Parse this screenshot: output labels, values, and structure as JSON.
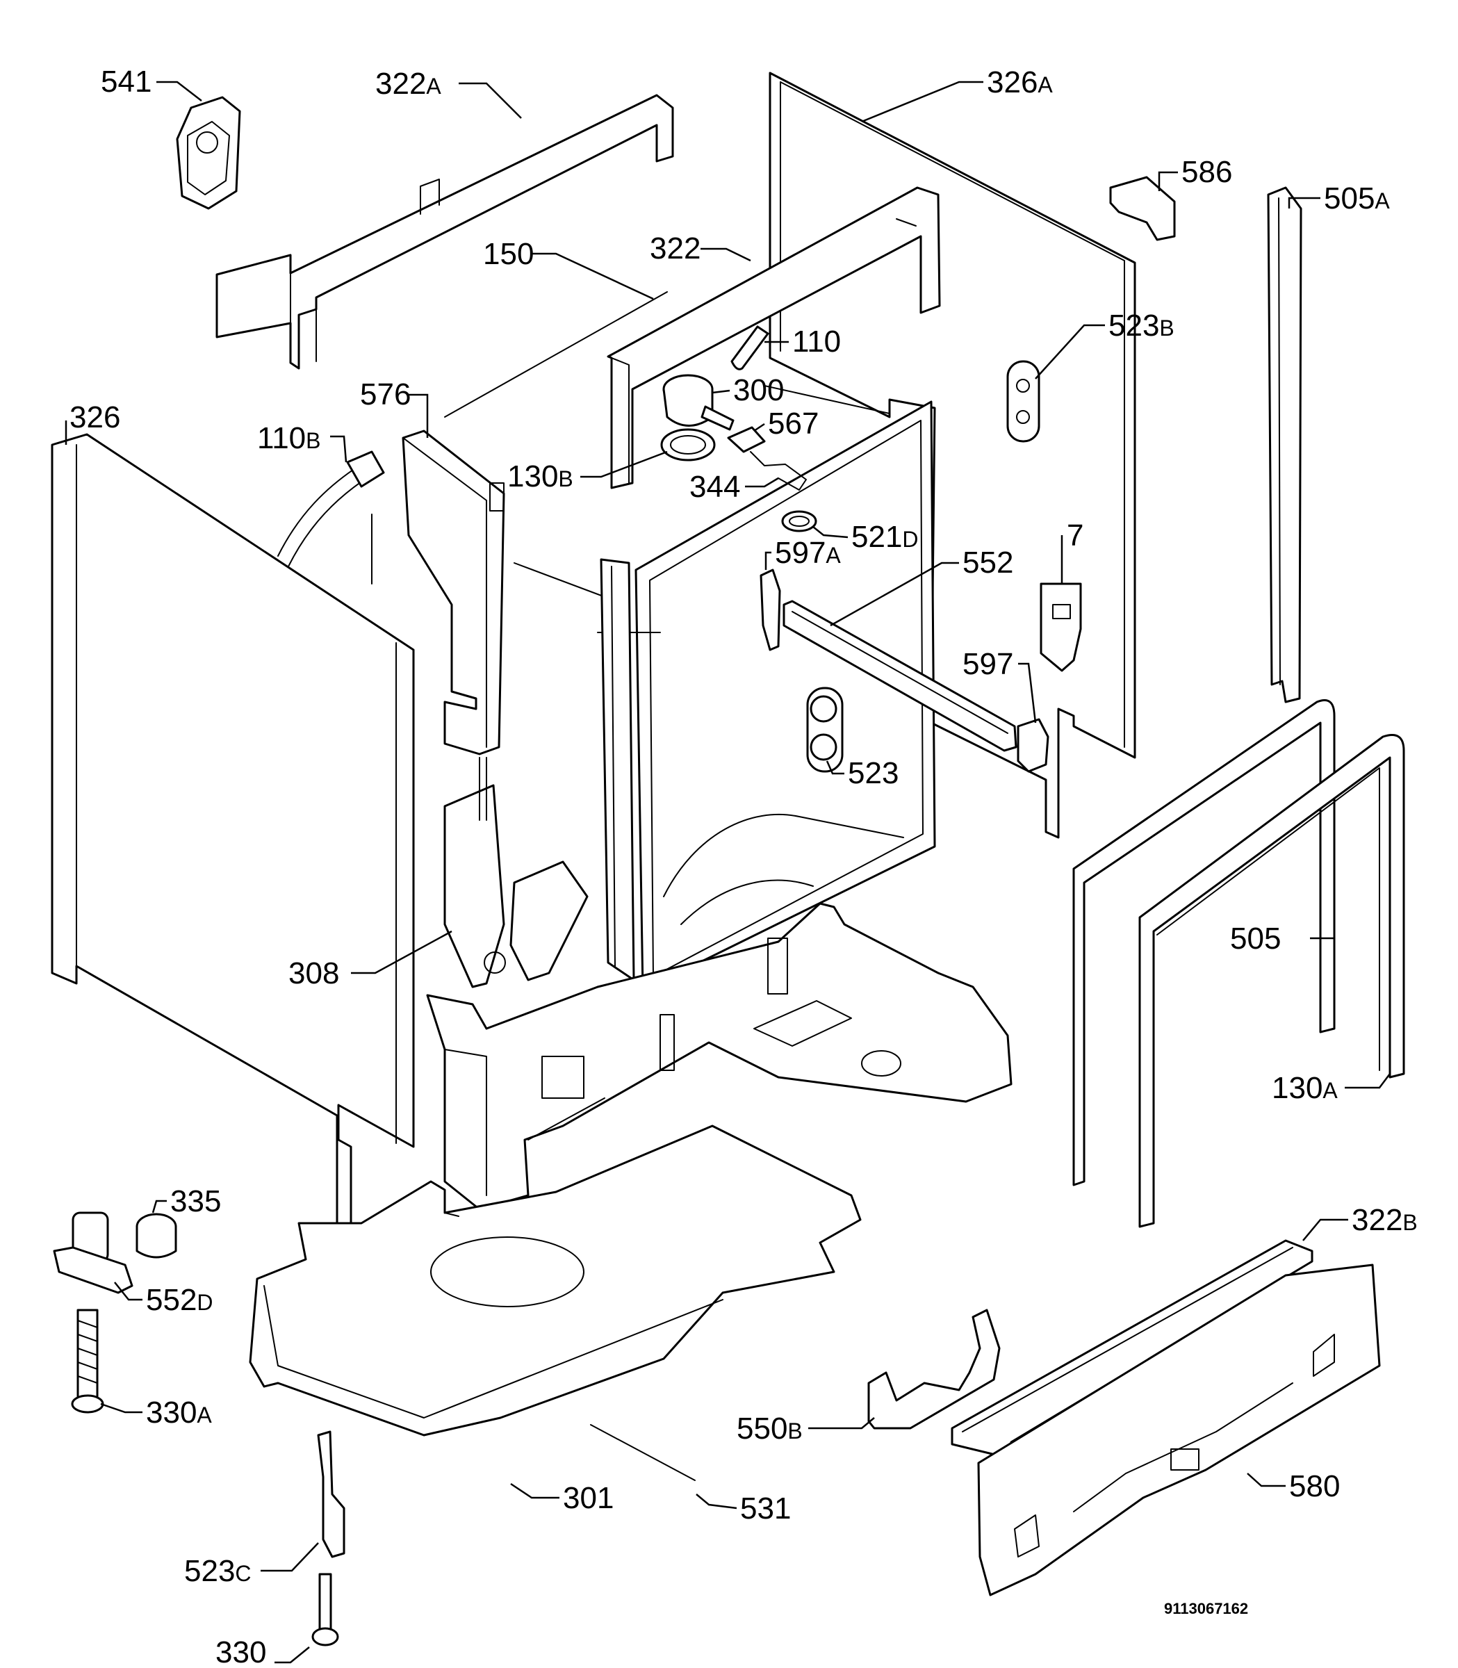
{
  "doc_number": "9113067162",
  "labels": [
    {
      "id": "l541",
      "num": "541",
      "sfx": ""
    },
    {
      "id": "l322a",
      "num": "322",
      "sfx": "A"
    },
    {
      "id": "l326a",
      "num": "326",
      "sfx": "A"
    },
    {
      "id": "l586",
      "num": "586",
      "sfx": ""
    },
    {
      "id": "l505a",
      "num": "505",
      "sfx": "A"
    },
    {
      "id": "l150",
      "num": "150",
      "sfx": ""
    },
    {
      "id": "l322",
      "num": "322",
      "sfx": ""
    },
    {
      "id": "l110",
      "num": "110",
      "sfx": ""
    },
    {
      "id": "l523b",
      "num": "523",
      "sfx": "B"
    },
    {
      "id": "l576",
      "num": "576",
      "sfx": ""
    },
    {
      "id": "l300",
      "num": "300",
      "sfx": ""
    },
    {
      "id": "l326",
      "num": "326",
      "sfx": ""
    },
    {
      "id": "l567",
      "num": "567",
      "sfx": ""
    },
    {
      "id": "l110b",
      "num": "110",
      "sfx": "B"
    },
    {
      "id": "l130b",
      "num": "130",
      "sfx": "B"
    },
    {
      "id": "l344",
      "num": "344",
      "sfx": ""
    },
    {
      "id": "l521d",
      "num": "521",
      "sfx": "D"
    },
    {
      "id": "l7",
      "num": "7",
      "sfx": ""
    },
    {
      "id": "l597a",
      "num": "597",
      "sfx": "A"
    },
    {
      "id": "l552",
      "num": "552",
      "sfx": ""
    },
    {
      "id": "l597",
      "num": "597",
      "sfx": ""
    },
    {
      "id": "l523",
      "num": "523",
      "sfx": ""
    },
    {
      "id": "l505",
      "num": "505",
      "sfx": ""
    },
    {
      "id": "l308",
      "num": "308",
      "sfx": ""
    },
    {
      "id": "l130a",
      "num": "130",
      "sfx": "A"
    },
    {
      "id": "l335",
      "num": "335",
      "sfx": ""
    },
    {
      "id": "l322b",
      "num": "322",
      "sfx": "B"
    },
    {
      "id": "l552d",
      "num": "552",
      "sfx": "D"
    },
    {
      "id": "l330a",
      "num": "330",
      "sfx": "A"
    },
    {
      "id": "l550b",
      "num": "550",
      "sfx": "B"
    },
    {
      "id": "l580",
      "num": "580",
      "sfx": ""
    },
    {
      "id": "l301",
      "num": "301",
      "sfx": ""
    },
    {
      "id": "l531",
      "num": "531",
      "sfx": ""
    },
    {
      "id": "l523c",
      "num": "523",
      "sfx": "C"
    },
    {
      "id": "l330",
      "num": "330",
      "sfx": ""
    }
  ]
}
